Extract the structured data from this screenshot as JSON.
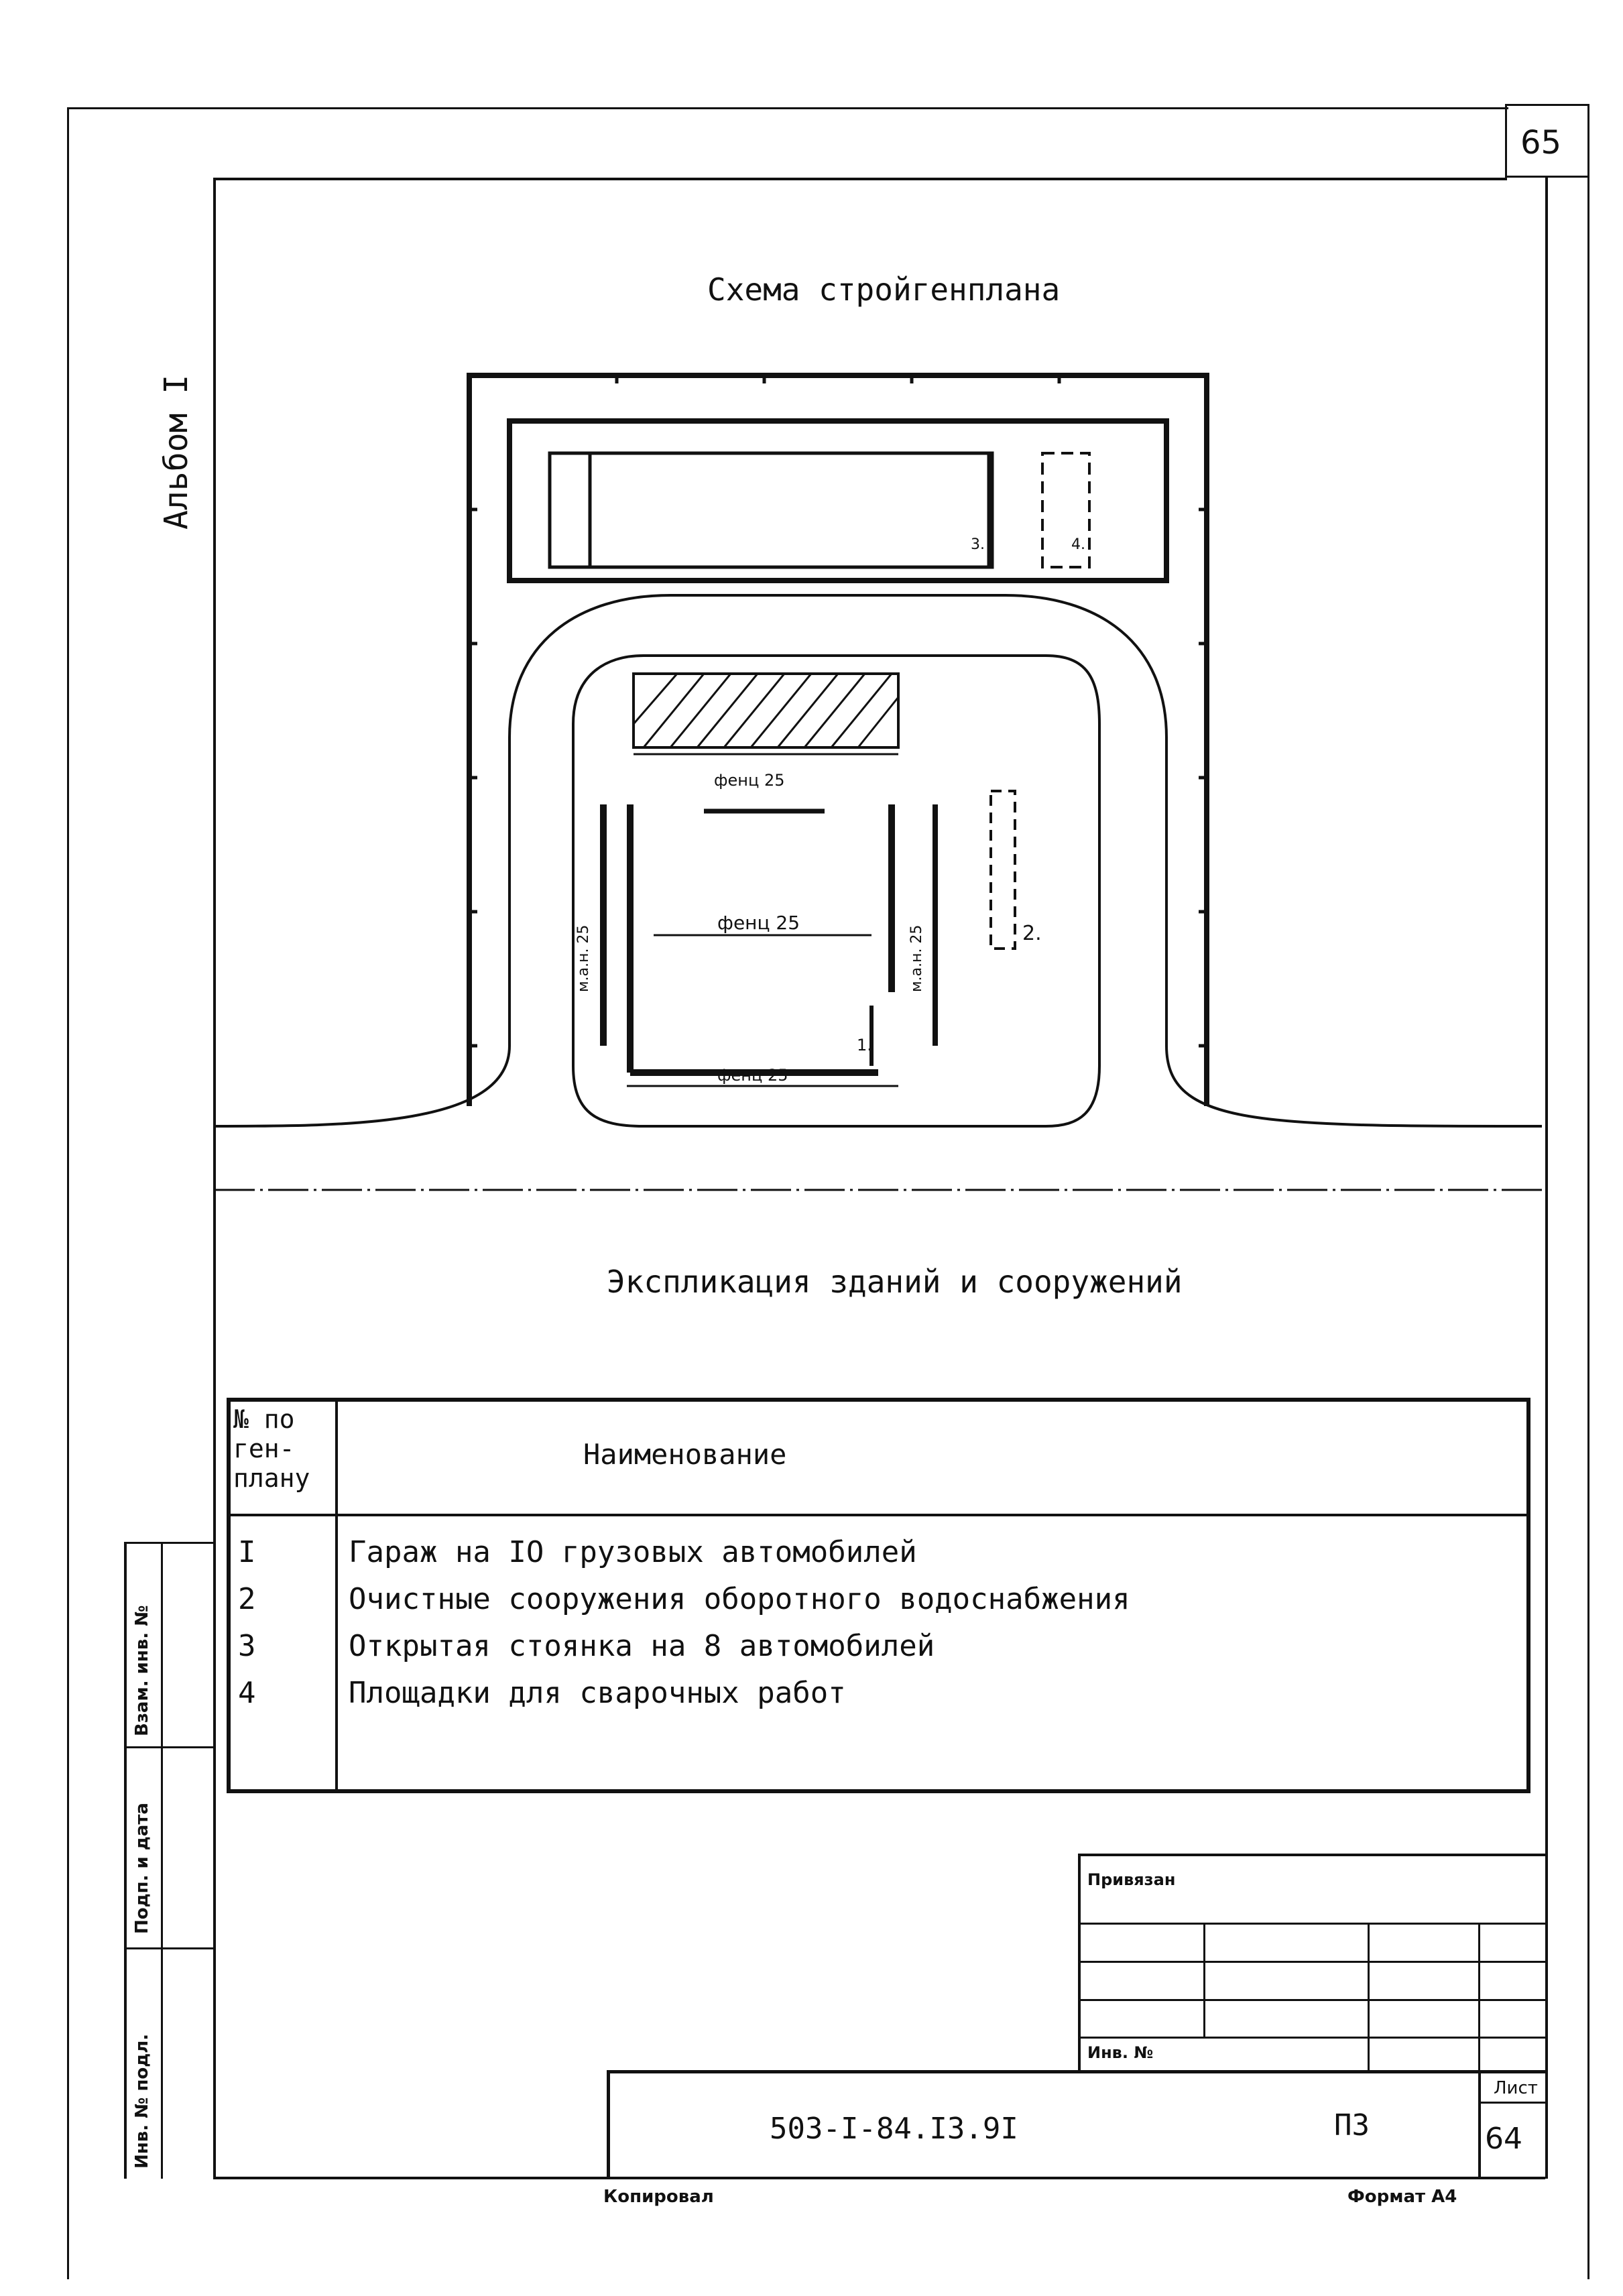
{
  "sheet_corner_number": "65",
  "album_label": "Альбом I",
  "scheme_title": "Схема стройгенплана",
  "plan": {
    "label_3": "3.",
    "label_4": "4.",
    "label_2": "2.",
    "label_1": "1.",
    "fence_top": "фенц 25",
    "fence_middle": "фенц 25",
    "fence_bottom": "фенц 25",
    "fence_left": "м.а.н. 25",
    "fence_right": "м.а.н. 25"
  },
  "explication_title": "Экспликация зданий и сооружений",
  "table": {
    "header_no": "№ по ген-плану",
    "header_no_lines": [
      "№ по",
      "ген-",
      "плану"
    ],
    "header_name": "Наименование",
    "rows": [
      {
        "no": "I",
        "name": "Гараж на IO грузовых автомобилей"
      },
      {
        "no": "2",
        "name": "Очистные сооружения оборотного водоснабжения"
      },
      {
        "no": "3",
        "name": "Открытая стоянка на 8 автомобилей"
      },
      {
        "no": "4",
        "name": "Площадки для сварочных работ"
      }
    ]
  },
  "side_stamp": {
    "vzam": "Взам. инв. №",
    "podp": "Подп. и дата",
    "inv": "Инв. № подл."
  },
  "stamp": {
    "privyazan": "Привязан",
    "inv_no": "Инв. №",
    "doc_code": "503-I-84.I3.9I",
    "doc_type": "ПЗ",
    "sheet_label": "Лист",
    "sheet_no": "64"
  },
  "footer": {
    "kopiroval": "Копировал",
    "format": "Формат А4"
  }
}
